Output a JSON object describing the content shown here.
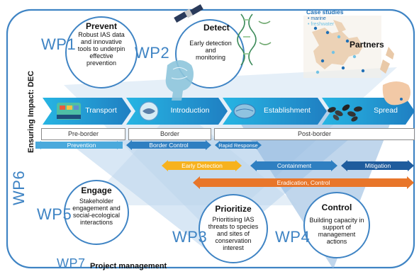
{
  "wp_labels": {
    "wp1": "WP1",
    "wp2": "WP2",
    "wp3": "WP3",
    "wp4": "WP4",
    "wp5": "WP5",
    "wp6": "WP6",
    "wp7": "WP7"
  },
  "side_label": "Ensuring Impact: DEC",
  "bottom_label": "Project management",
  "circles": {
    "prevent": {
      "title": "Prevent",
      "lines": [
        "Robust IAS data",
        "and innovative",
        "tools to underpin",
        "effective",
        "prevention"
      ]
    },
    "detect": {
      "title": "Detect",
      "lines": [
        "Early detection",
        "and",
        "monitoring"
      ]
    },
    "engage": {
      "title": "Engage",
      "lines": [
        "Stakeholder",
        "engagement and",
        "social-ecological",
        "interactions"
      ]
    },
    "prioritize": {
      "title": "Prioritize",
      "lines": [
        "Prioritising IAS",
        "threats to species",
        "and sites of",
        "conservation",
        "interest"
      ]
    },
    "control": {
      "title": "Control",
      "lines": [
        "Building capacity in",
        "support of",
        "management",
        "actions"
      ]
    }
  },
  "map": {
    "case_studies_title": "Case studies",
    "legend": [
      "marine",
      "freshwater"
    ],
    "partners_label": "Partners",
    "colors": {
      "marine": "#1f6fb5",
      "freshwater": "#74c3e4"
    }
  },
  "stages": [
    "Transport",
    "Introduction",
    "Establishment",
    "Spread"
  ],
  "zones": [
    "Pre-border",
    "Border",
    "Post-border"
  ],
  "management_arrows": {
    "prevention": "Prevention",
    "border_control": "Border Control",
    "rapid_response": "Rapid Response",
    "early_detection": "Early Detection",
    "containment": "Containment",
    "mitigation": "Mitigation",
    "eradication": "Eradication, Control"
  },
  "colors": {
    "stage_arrow": "#1a9fd4",
    "light_arrow": "#4aa9dc",
    "mid_arrow": "#2f7fc1",
    "dark_arrow": "#1f5c9d",
    "orange": "#f7b21e",
    "orange_dark": "#e8762a",
    "outline": "#3f84c4"
  }
}
